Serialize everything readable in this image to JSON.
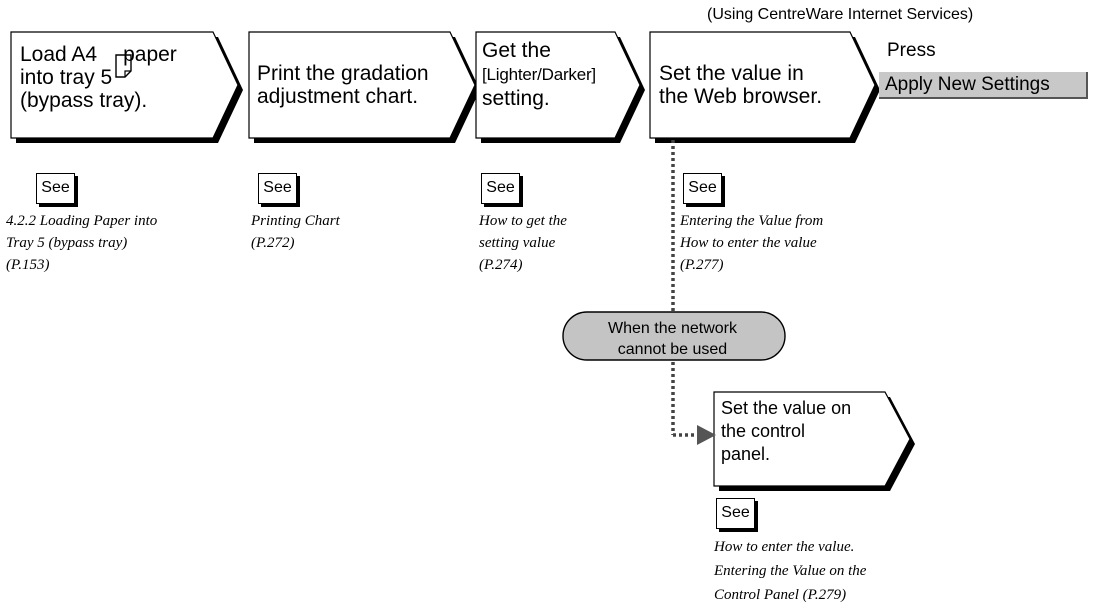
{
  "header_note": "(Using CentreWare Internet Services)",
  "steps": [
    {
      "line1": "Load A4",
      "line1b": "paper",
      "line2": "into tray 5",
      "line3": "(bypass tray)."
    },
    {
      "line1": "Print the gradation",
      "line2": "adjustment chart."
    },
    {
      "line1": "Get the",
      "line2": "[Lighter/Darker]",
      "line3": "setting."
    },
    {
      "line1": "Set the value in",
      "line2": "the Web browser."
    },
    {
      "line1": "Set the value on",
      "line2": "the control",
      "line3": "panel."
    }
  ],
  "press_label": "Press",
  "apply_button_label": "Apply New Settings",
  "decision": {
    "line1": "When the network",
    "line2": "cannot be used"
  },
  "see_label": "See",
  "references": [
    {
      "lines": [
        "4.2.2  Loading Paper into",
        "Tray 5 (bypass tray)",
        "(P.153)"
      ]
    },
    {
      "lines": [
        "Printing Chart",
        "(P.272)"
      ]
    },
    {
      "lines": [
        "How to get the",
        "setting value",
        "(P.274)"
      ]
    },
    {
      "lines": [
        "Entering the Value from",
        "How to enter the value",
        "(P.277)"
      ]
    },
    {
      "lines": [
        "How to enter the value.",
        "Entering the Value on the",
        "Control Panel (P.279)"
      ]
    }
  ],
  "icons": [
    "paper-orientation-icon",
    "book-icon",
    "arrow-right-icon"
  ]
}
